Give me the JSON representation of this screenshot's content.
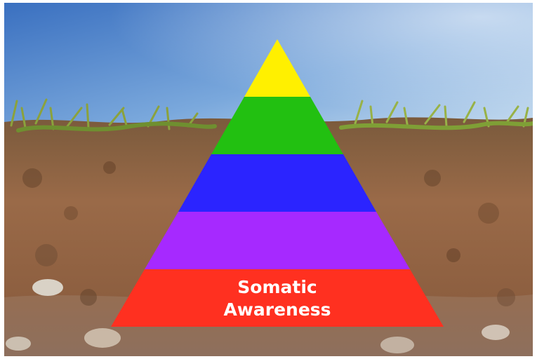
{
  "image": {
    "subject": "sky-over-exposed-soil-profile"
  },
  "pyramid": {
    "levels": [
      {
        "color": "#fff000",
        "label_lines": []
      },
      {
        "color": "#22c011",
        "label_lines": []
      },
      {
        "color": "#2b24ff",
        "label_lines": []
      },
      {
        "color": "#a629ff",
        "label_lines": []
      },
      {
        "color": "#ff3020",
        "label_lines": [
          "Somatic",
          "Awareness"
        ]
      }
    ]
  }
}
